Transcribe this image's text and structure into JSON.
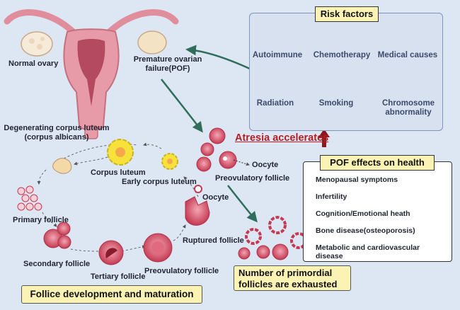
{
  "uterus": {
    "normal_ovary": "Normal ovary",
    "pof_line1": "Premature ovarian",
    "pof_line2": "failure(POF)"
  },
  "risk_factors": {
    "title": "Risk factors",
    "items": [
      {
        "label": "Autoimmune",
        "icon": "antibody-icon"
      },
      {
        "label": "Chemotherapy",
        "icon": "pills-icon"
      },
      {
        "label": "Medical causes",
        "icon": "scalpel-icon"
      },
      {
        "label": "Radiation",
        "icon": "radiation-icon"
      },
      {
        "label": "Smoking",
        "icon": "cigarette-icon"
      },
      {
        "label": "Chromosome",
        "label2": "abnormality",
        "icon": "chromosome-icon"
      }
    ]
  },
  "atresia": "Atresia accelerates",
  "cycle": {
    "degenerating_line1": "Degenerating corpus luteum",
    "degenerating_line2": "(corpus albicans)",
    "corpus_luteum": "Corpus luteum",
    "early_corpus_luteum": "Early corpus luteum",
    "oocyte_release": "Oocyte",
    "ruptured_follicle": "Ruptured follicle",
    "preovulatory_follicle": "Preovulatory follicle",
    "tertiary_follicle": "Tertiary follicle",
    "secondary_follicle": "Secondary follicle",
    "primary_follicle": "Primary follicle"
  },
  "atretic": {
    "oocyte": "Oocyte",
    "preovulatory_follicle": "Preovulatory follicle"
  },
  "effects": {
    "title": "POF effects on health",
    "items": [
      "Menopausal symptoms",
      "Infertility",
      "Cognition/Emotional heath",
      "Bone disease(osteoporosis)",
      "Metabolic and cardiovascular",
      "disease"
    ]
  },
  "exhausted_line1": "Number of primordial",
  "exhausted_line2": "follicles are exhausted",
  "follicle_dev": "Follice development and maturation",
  "colors": {
    "background": "#dde6f3",
    "highlight_box": "#fbf3b3",
    "arrow_green": "#2f6e5a",
    "atresia_red": "#b41e24",
    "uterus_pink": "#e79aa8",
    "follicle_red": "#c43a52"
  }
}
